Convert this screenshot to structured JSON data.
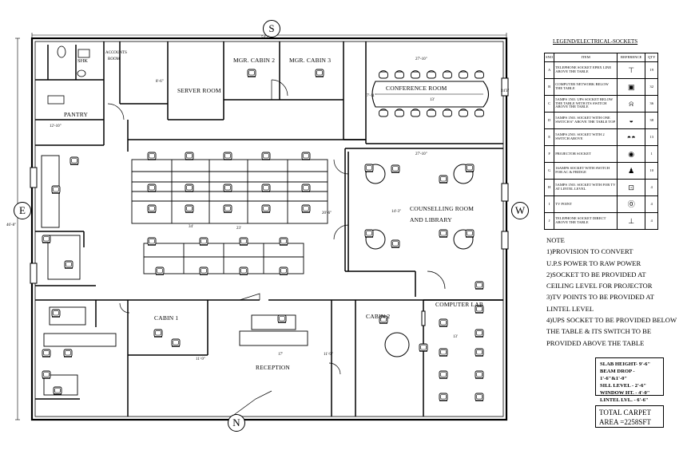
{
  "compass": {
    "north": "N",
    "south": "S",
    "east": "E",
    "west": "W"
  },
  "rooms": {
    "pantry": "PANTRY",
    "server_room": "SERVER ROOM",
    "mgr_cabin_2": "MGR. CABIN 2",
    "mgr_cabin_3": "MGR. CABIN 3",
    "conference_room": "CONFERENCE ROOM",
    "counselling_room": "COUNSELLING ROOM",
    "and_library": "AND LIBRARY",
    "computer_lab": "COMPUTER LAB",
    "cabin_1": "CABIN 1",
    "cabin_2": "CABIN 2",
    "reception": "RECEPTION",
    "shk": "SHK",
    "accounts_room": "ACCOUNTS",
    "accounts_room_2": "ROOM"
  },
  "dimensions": {
    "top": "54'3\"",
    "left": "46'-8\"",
    "conf_a": "27'-10\"",
    "conf_b": "13'",
    "conf_c": "7'-11\"",
    "couns_a": "27'-10\"",
    "couns_b": "14'-3\"",
    "mid_a": "20'-6\"",
    "mid_b": "34'",
    "mid_c": "23'",
    "rec_a": "17'",
    "rec_b": "11'-9\"",
    "cab_a": "11'-9\"",
    "right_a": "24'3\"",
    "pan": "12'-10\"",
    "srv": "8'-6\"",
    "lab": "13'"
  },
  "legend": {
    "title": "LEGEND/ELECTRICAL-SOCKETS",
    "headers": [
      "SNO",
      "ITEM",
      "REFERENCE",
      "QTY"
    ],
    "rows": [
      {
        "sno": "A",
        "item": "TELEPHONE SOCKET EPBX LINE ABOVE THE TABLE",
        "qty": "19"
      },
      {
        "sno": "B",
        "item": "COMPUTER NETWORK BELOW THE TABLE",
        "qty": "32"
      },
      {
        "sno": "C",
        "item": "5AMPS 1NO. UPS SOCKET BELOW THE TABLE WITH ITS SWITCH ABOVE THE TABLE",
        "qty": "36"
      },
      {
        "sno": "D",
        "item": "5AMPS 1NO. SOCKET WITH ONE SWITCH 6\" ABOVE THE TABLE TOP",
        "qty": "38"
      },
      {
        "sno": "E",
        "item": "5AMPS 2NO. SOCKET WITH 2 SWITCH ABOVE",
        "qty": "13"
      },
      {
        "sno": "F",
        "item": "PROJECTOR SOCKET",
        "qty": "1"
      },
      {
        "sno": "G",
        "item": "16AMPS SOCKET WITH SWITCH FOR AC & FRIDGE",
        "qty": "10"
      },
      {
        "sno": "H",
        "item": "5AMPS 1NO. SOCKET WITH  FOR TV AT LINTEL LEVEL",
        "qty": "4"
      },
      {
        "sno": "I",
        "item": "TV POINT",
        "qty": "4"
      },
      {
        "sno": "J",
        "item": "TELEPHONE SOCKET DIRECT ABOVE THE TABLE",
        "qty": "4"
      }
    ]
  },
  "notes": [
    "NOTE",
    "1)PROVISION TO CONVERT",
    "U.P.S POWER TO RAW POWER",
    "2)SOCKET TO BE PROVIDED AT",
    "CEILING LEVEL FOR PROJECTOR",
    "3)TV POINTS TO BE PROVIDED AT",
    "LINTEL LEVEL",
    "4)UPS SOCKET TO BE PROVIDED BELOW",
    "THE TABLE & ITS SWITCH TO BE",
    "PROVIDED ABOVE THE TABLE"
  ],
  "specs": [
    "SLAB HEIGHT- 9'-6\"",
    "BEAM DROP - 1'-6\"&1'-0\"",
    "SILL LEVEL - 2'-6\"",
    "WINDOW HT. - 4'-0\"",
    "LINTEL LVL. - 6'-6\""
  ],
  "total_carpet": [
    "TOTAL CARPET",
    "AREA =2258SFT"
  ]
}
